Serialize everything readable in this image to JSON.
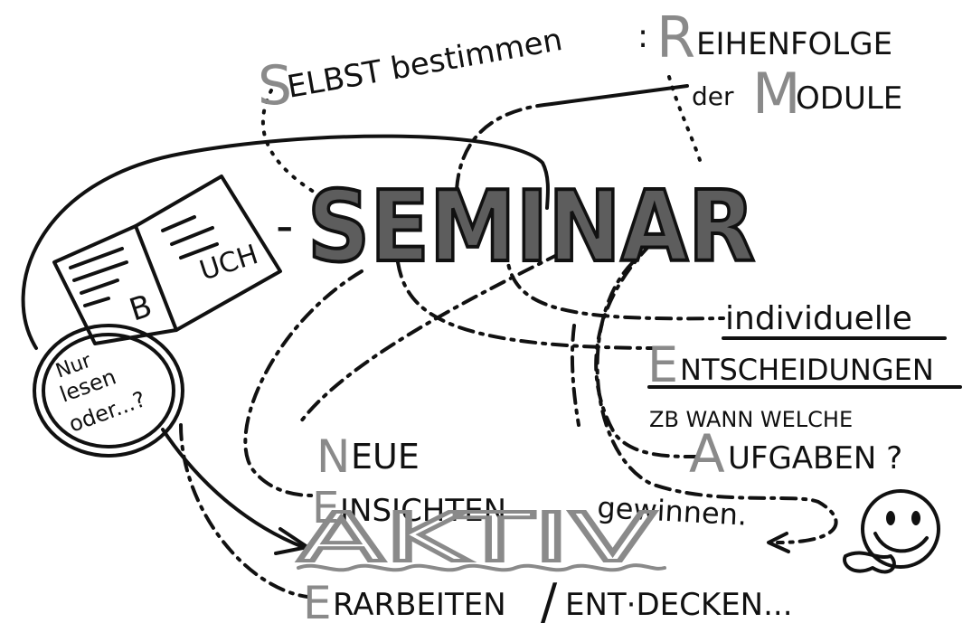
{
  "title": {
    "seminar_prefix": "-",
    "seminar": "SEMINAR"
  },
  "top": {
    "line1_s": "S",
    "line1_rest": "ELBST bestimmen",
    "line1_colon": ":",
    "line1_r": "R",
    "line1_reihen": "EIHENFOLGE",
    "line2_der": "der",
    "line2_m": "M",
    "line2_module": "ODULE"
  },
  "book": {
    "left_letter": "B",
    "right_letters": "UCH"
  },
  "magnifier": {
    "line1": "Nur",
    "line2": "lesen",
    "line3": "oder...?"
  },
  "right": {
    "individuelle": "individuelle",
    "e": "E",
    "entscheidungen": "NTSCHEIDUNGEN",
    "zb": "ZB WANN WELCHE",
    "a": "A",
    "aufgaben": "UFGABEN ?"
  },
  "center": {
    "n": "N",
    "neue": "EUE",
    "e": "E",
    "einsichten": "INSICHTEN",
    "gewinnen": "gewinnen."
  },
  "bottom": {
    "aktiv": "AKTIV",
    "e": "E",
    "erarbeiten": "RARBEITEN",
    "slash": "/",
    "ent_decken": "ENT·DECKEN..."
  },
  "colors": {
    "ink": "#111111",
    "grey_highlight": "#8a8a8a",
    "seminar_fill": "#5d5d5d",
    "background": "#ffffff"
  },
  "icons": [
    "open-book-icon",
    "magnifier-icon",
    "smiley-icon",
    "arrow-icon"
  ]
}
